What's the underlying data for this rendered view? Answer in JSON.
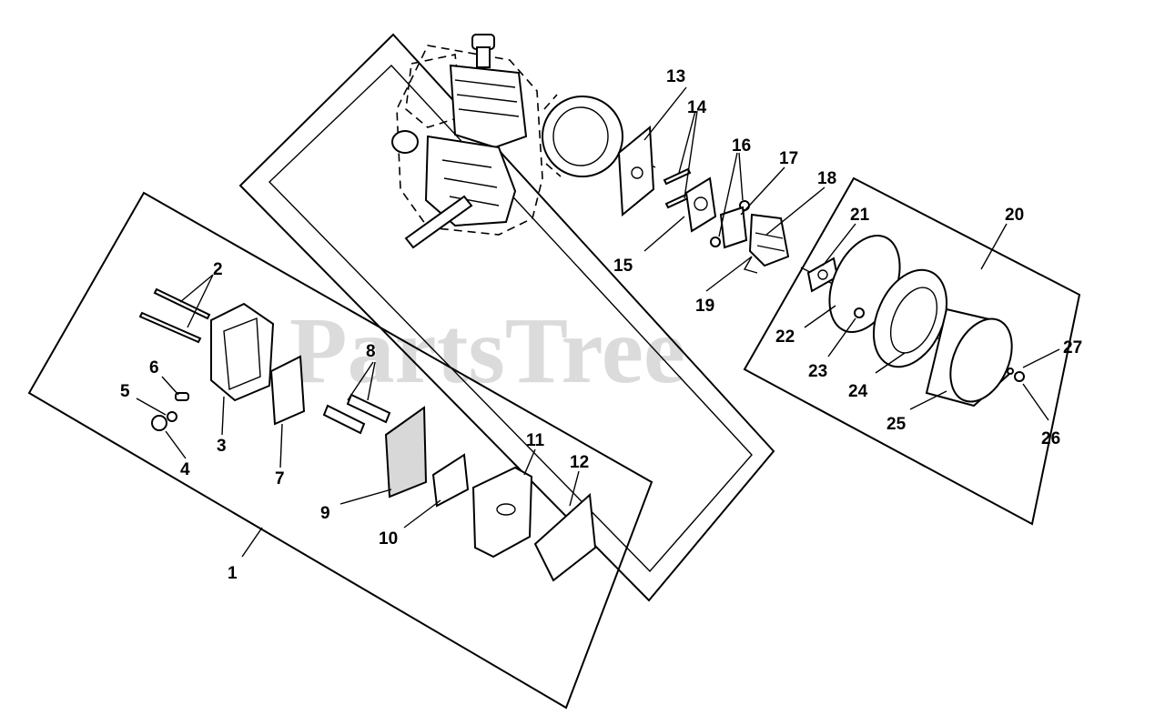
{
  "watermark": "PartsTree",
  "callouts": {
    "c1": "1",
    "c2": "2",
    "c3": "3",
    "c4": "4",
    "c5": "5",
    "c6": "6",
    "c7": "7",
    "c8": "8",
    "c9": "9",
    "c10": "10",
    "c11": "11",
    "c12": "12",
    "c13": "13",
    "c14": "14",
    "c15": "15",
    "c16": "16",
    "c17": "17",
    "c18": "18",
    "c19": "19",
    "c20": "20",
    "c21": "21",
    "c22": "22",
    "c23": "23",
    "c24": "24",
    "c25": "25",
    "c26": "26",
    "c27": "27"
  }
}
